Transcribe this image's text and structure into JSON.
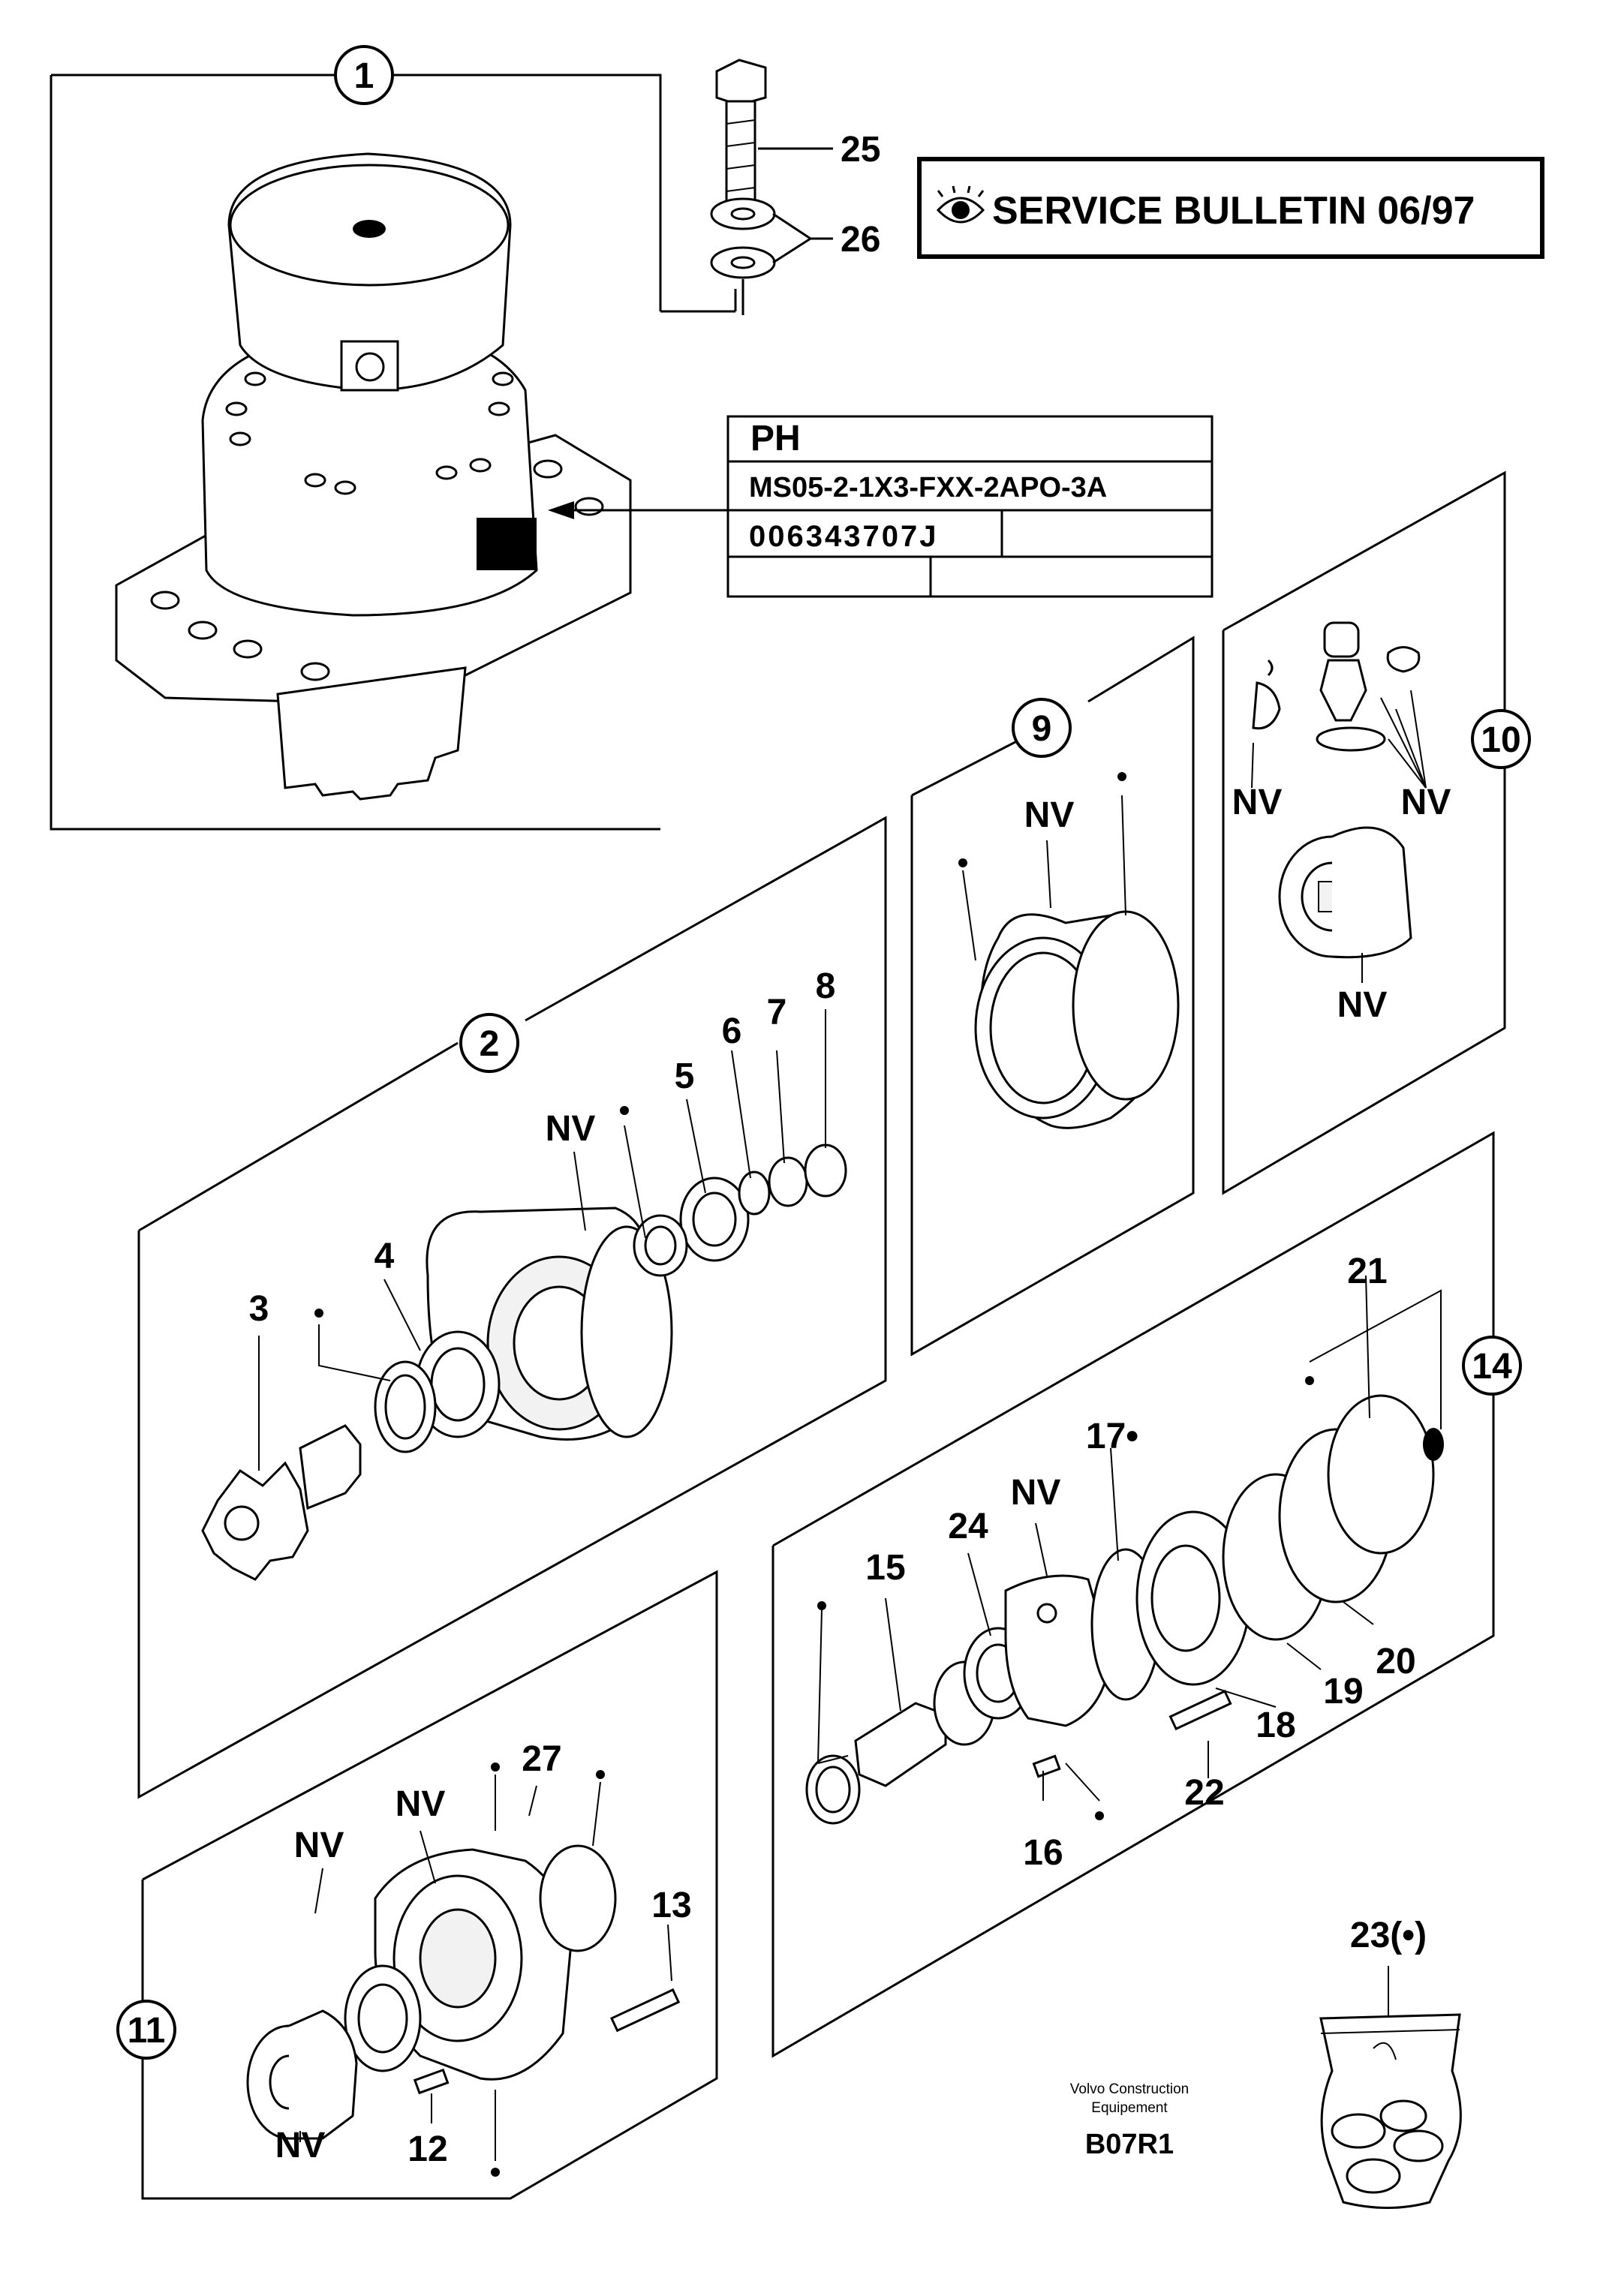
{
  "banner": {
    "icon": "eye-icon",
    "text": "SERVICE BULLETIN 06/97"
  },
  "nameplate": {
    "row1": "PH",
    "row2": "MS05-2-1X3-FXX-2APO-3A",
    "row3": "006343707J"
  },
  "callouts": {
    "c1": "1",
    "c2": "2",
    "c9": "9",
    "c10": "10",
    "c11": "11",
    "c14": "14"
  },
  "labels": {
    "l3": "3",
    "l4": "4",
    "l5": "5",
    "l6": "6",
    "l7": "7",
    "l8": "8",
    "l12": "12",
    "l13": "13",
    "l15": "15",
    "l16": "16",
    "l17": "17•",
    "l18": "18",
    "l19": "19",
    "l20": "20",
    "l21": "21",
    "l22": "22",
    "l23": "23(•)",
    "l24": "24",
    "l25": "25",
    "l26": "26",
    "l27": "27",
    "nv": "NV"
  },
  "footer": {
    "company_line1": "Volvo Construction",
    "company_line2": "Equipement",
    "code": "B07R1"
  }
}
